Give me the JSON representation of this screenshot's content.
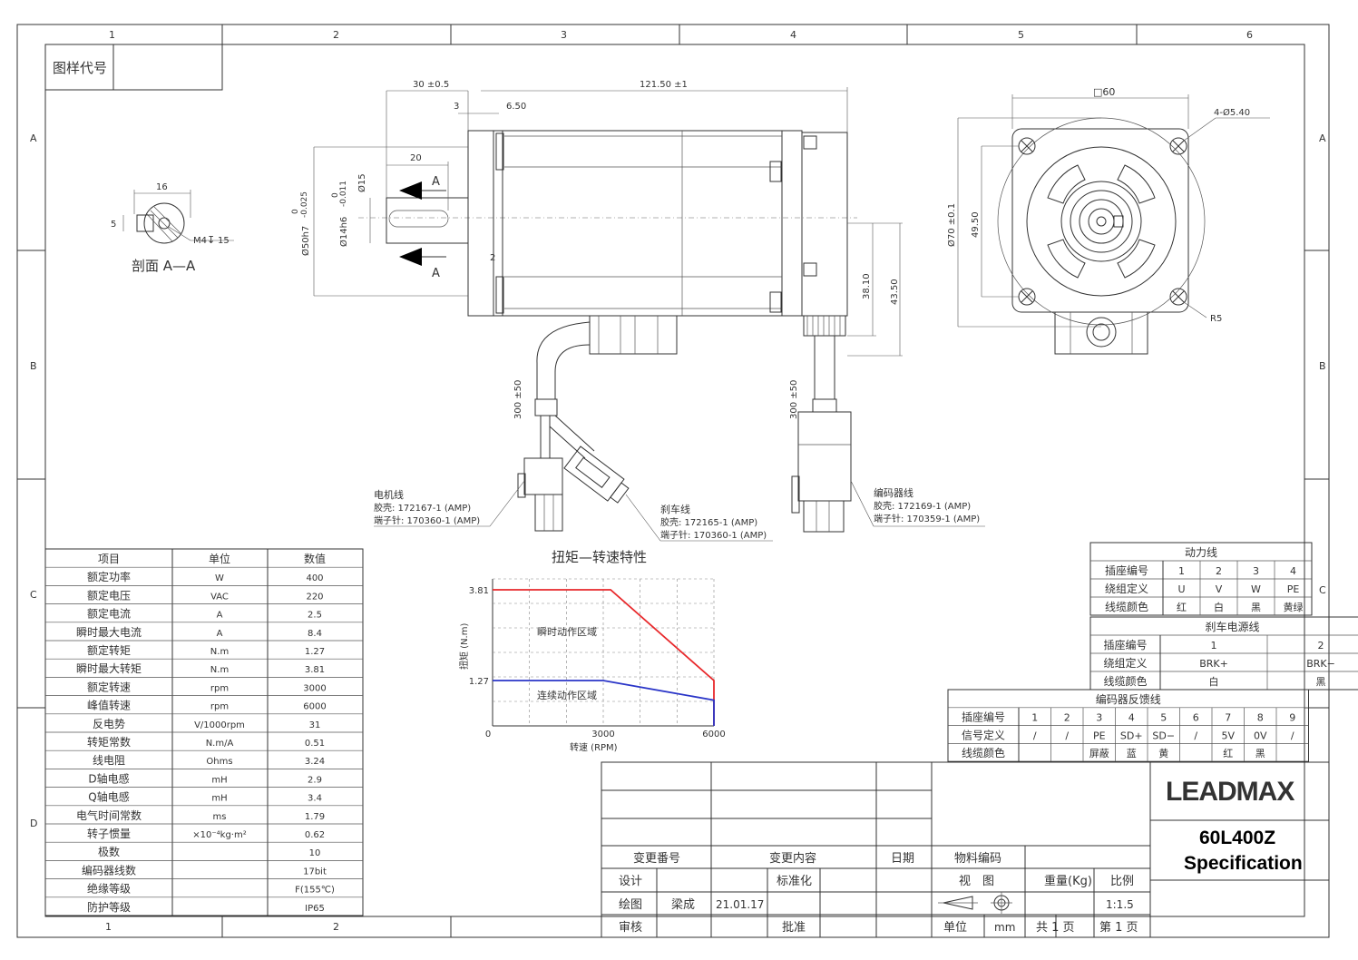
{
  "frame": {
    "columns": [
      "1",
      "2",
      "3",
      "4",
      "5",
      "6"
    ],
    "rows": [
      "A",
      "B",
      "C",
      "D"
    ],
    "drawing_code_label": "图样代号"
  },
  "section": {
    "label": "剖面 A—A",
    "width": "16",
    "key": "5",
    "thread": "M4",
    "depth": "15"
  },
  "side_view": {
    "shaft_length": "30 ±0.5",
    "body_length": "121.50 ±1",
    "flange_thk": "3",
    "flange_step": "6.50",
    "key_length": "20",
    "key_dia": "Ø15",
    "shaft_dia": "Ø14h6",
    "shaft_tol_top": "0",
    "shaft_tol_bot": "-0.011",
    "pilot_dia": "Ø50h7",
    "pilot_tol_top": "0",
    "pilot_tol_bot": "-0.025",
    "section_mark": "A",
    "gap": "2",
    "h1": "38.10",
    "h2": "43.50",
    "cable_len": "300 ±50"
  },
  "front_view": {
    "square": "□60",
    "holes": "4-Ø5.40",
    "pcd": "Ø70 ±0.1",
    "inner": "49.50",
    "radius": "R5"
  },
  "connectors": {
    "motor": {
      "title": "电机线",
      "shell": "胶壳: 172167-1 (AMP)",
      "pin": "端子针: 170360-1 (AMP)"
    },
    "brake": {
      "title": "刹车线",
      "shell": "胶壳: 172165-1 (AMP)",
      "pin": "端子针: 170360-1 (AMP)"
    },
    "encoder": {
      "title": "编码器线",
      "shell": "胶壳: 172169-1 (AMP)",
      "pin": "端子针: 170359-1 (AMP)"
    }
  },
  "params": {
    "headers": [
      "项目",
      "单位",
      "数值"
    ],
    "rows": [
      [
        "额定功率",
        "W",
        "400"
      ],
      [
        "额定电压",
        "VAC",
        "220"
      ],
      [
        "额定电流",
        "A",
        "2.5"
      ],
      [
        "瞬时最大电流",
        "A",
        "8.4"
      ],
      [
        "额定转矩",
        "N.m",
        "1.27"
      ],
      [
        "瞬时最大转矩",
        "N.m",
        "3.81"
      ],
      [
        "额定转速",
        "rpm",
        "3000"
      ],
      [
        "峰值转速",
        "rpm",
        "6000"
      ],
      [
        "反电势",
        "V/1000rpm",
        "31"
      ],
      [
        "转矩常数",
        "N.m/A",
        "0.51"
      ],
      [
        "线电阻",
        "Ohms",
        "3.24"
      ],
      [
        "D轴电感",
        "mH",
        "2.9"
      ],
      [
        "Q轴电感",
        "mH",
        "3.4"
      ],
      [
        "电气时间常数",
        "ms",
        "1.79"
      ],
      [
        "转子惯量",
        "×10⁻⁴kg·m²",
        "0.62"
      ],
      [
        "极数",
        "",
        "10"
      ],
      [
        "编码器线数",
        "",
        "17bit"
      ],
      [
        "绝缘等级",
        "",
        "F(155℃)"
      ],
      [
        "防护等级",
        "",
        "IP65"
      ]
    ]
  },
  "chart_data": {
    "type": "line",
    "title": "扭矩—转速特性",
    "xlabel": "转速 (RPM)",
    "ylabel": "扭矩 (N.m)",
    "xlim": [
      0,
      6000
    ],
    "ylim": [
      0,
      3.81
    ],
    "x_ticks": [
      "0",
      "3000",
      "6000"
    ],
    "y_ticks": [
      "1.27",
      "3.81"
    ],
    "regions": [
      "瞬时动作区域",
      "连续动作区域"
    ],
    "series": [
      {
        "color": "#e8282b",
        "points": [
          [
            0,
            3.81
          ],
          [
            3200,
            3.81
          ],
          [
            6000,
            1.27
          ],
          [
            6000,
            0
          ]
        ]
      },
      {
        "color": "#2a35c8",
        "points": [
          [
            0,
            1.27
          ],
          [
            3000,
            1.27
          ],
          [
            6000,
            0.72
          ],
          [
            6000,
            0
          ]
        ]
      }
    ]
  },
  "power_table": {
    "title": "动力线",
    "rows": [
      [
        "插座编号",
        "1",
        "2",
        "3",
        "4"
      ],
      [
        "绕组定义",
        "U",
        "V",
        "W",
        "PE"
      ],
      [
        "线缆颜色",
        "红",
        "白",
        "黑",
        "黄绿"
      ]
    ]
  },
  "brake_table": {
    "title": "刹车电源线",
    "rows": [
      [
        "插座编号",
        "1",
        "2"
      ],
      [
        "绕组定义",
        "BRK+",
        "BRK−"
      ],
      [
        "线缆颜色",
        "白",
        "黑"
      ]
    ]
  },
  "encoder_table": {
    "title": "编码器反馈线",
    "rows": [
      [
        "插座编号",
        "1",
        "2",
        "3",
        "4",
        "5",
        "6",
        "7",
        "8",
        "9"
      ],
      [
        "信号定义",
        "/",
        "/",
        "PE",
        "SD+",
        "SD−",
        "/",
        "5V",
        "0V",
        "/"
      ],
      [
        "线缆颜色",
        "",
        "",
        "屏蔽",
        "蓝",
        "黄",
        "",
        "红",
        "黑",
        ""
      ]
    ]
  },
  "title_block": {
    "change_no": "变更番号",
    "change_content": "变更内容",
    "date": "日期",
    "material_code": "物料编码",
    "design": "设计",
    "standard": "标准化",
    "view": "视　图",
    "weight": "重量(Kg)",
    "scale": "比例",
    "draw": "绘图",
    "drawer": "梁成",
    "draw_date": "21.01.17",
    "scale_value": "1:1.5",
    "review": "审核",
    "approve": "批准",
    "unit": "单位",
    "unit_value": "mm",
    "total_pages": "共 1 页",
    "page": "第 1 页",
    "logo": "LEADMAX",
    "model": "60L400Z",
    "spec": "Specification"
  },
  "colors": {
    "red": "#e8282b",
    "blue": "#2a35c8",
    "line": "#333333"
  }
}
